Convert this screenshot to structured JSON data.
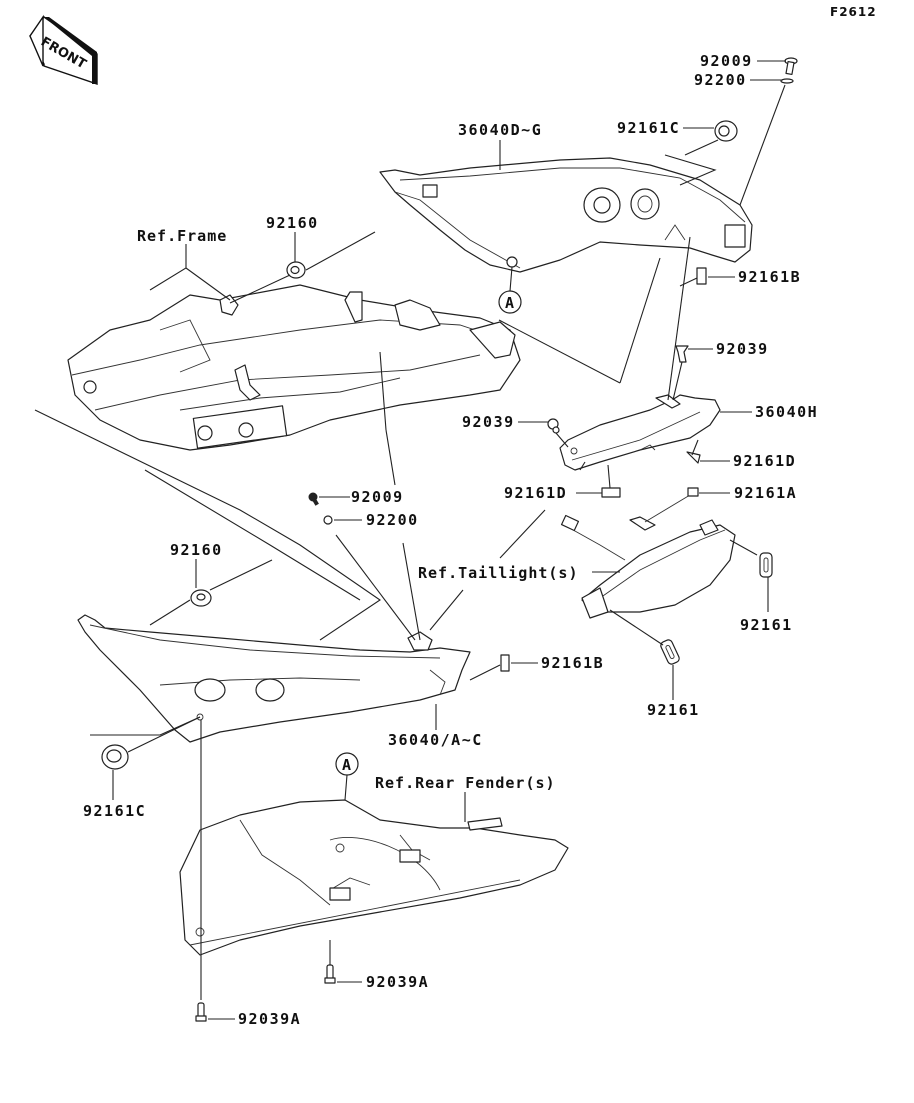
{
  "diagram": {
    "figure_code": "F2612",
    "front_indicator": "FRONT",
    "references": {
      "frame": "Ref.Frame",
      "taillight": "Ref.Taillight(s)",
      "rear_fender": "Ref.Rear Fender(s)"
    },
    "reference_marks": [
      "A",
      "A"
    ],
    "parts": [
      {
        "id": "p1",
        "number": "92009"
      },
      {
        "id": "p2",
        "number": "92200"
      },
      {
        "id": "p3",
        "number": "36040D~G"
      },
      {
        "id": "p4",
        "number": "92161C"
      },
      {
        "id": "p5",
        "number": "92160"
      },
      {
        "id": "p6",
        "number": "92161B"
      },
      {
        "id": "p7",
        "number": "92039"
      },
      {
        "id": "p8",
        "number": "36040H"
      },
      {
        "id": "p9",
        "number": "92039"
      },
      {
        "id": "p10",
        "number": "92161D"
      },
      {
        "id": "p11",
        "number": "92161D"
      },
      {
        "id": "p12",
        "number": "92161A"
      },
      {
        "id": "p13",
        "number": "92009"
      },
      {
        "id": "p14",
        "number": "92200"
      },
      {
        "id": "p15",
        "number": "92160"
      },
      {
        "id": "p16",
        "number": "92161"
      },
      {
        "id": "p17",
        "number": "92161B"
      },
      {
        "id": "p18",
        "number": "92161"
      },
      {
        "id": "p19",
        "number": "36040/A~C"
      },
      {
        "id": "p20",
        "number": "92161C"
      },
      {
        "id": "p21",
        "number": "92039A"
      },
      {
        "id": "p22",
        "number": "92039A"
      }
    ]
  }
}
